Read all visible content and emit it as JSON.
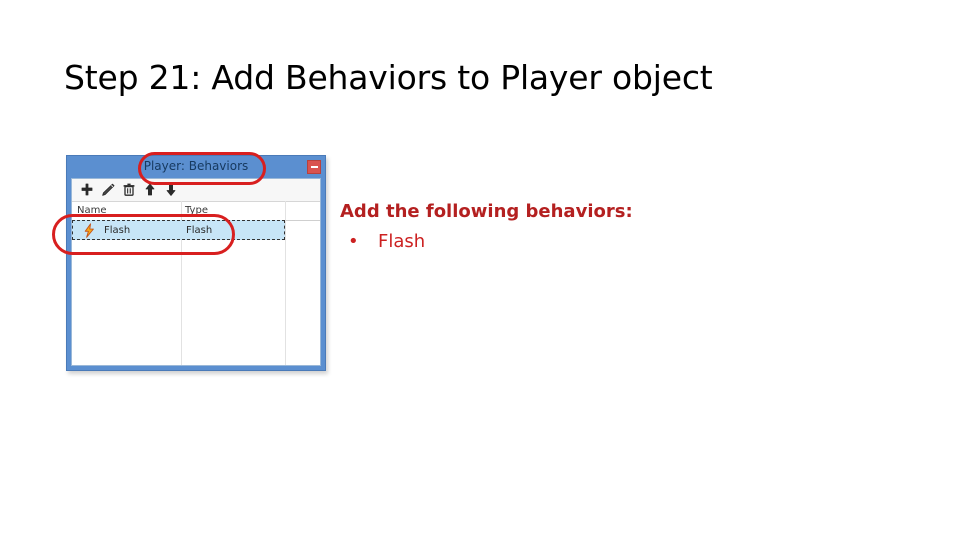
{
  "slide": {
    "title": "Step 21: Add Behaviors to Player object",
    "background_color": "#ffffff"
  },
  "dialog": {
    "title": "Player: Behaviors",
    "title_bar_color": "#5b8fd0",
    "close_button": {
      "icon": "minimize-bar-icon",
      "color": "#d9534f"
    },
    "toolbar": {
      "buttons": [
        {
          "name": "add-behavior",
          "icon": "plus-icon"
        },
        {
          "name": "edit-behavior",
          "icon": "pencil-icon"
        },
        {
          "name": "delete-behavior",
          "icon": "trash-icon"
        },
        {
          "name": "move-up",
          "icon": "arrow-up-icon"
        },
        {
          "name": "move-down",
          "icon": "arrow-down-icon"
        }
      ]
    },
    "list": {
      "columns": [
        "Name",
        "Type"
      ],
      "rows": [
        {
          "icon": "lightning-bolt-icon",
          "name": "Flash",
          "type": "Flash",
          "selected": true
        }
      ]
    }
  },
  "annotations": {
    "color": "#d81f1f",
    "shapes": [
      {
        "name": "highlight-dialog-title",
        "shape": "rounded-rectangle"
      },
      {
        "name": "highlight-behavior-row",
        "shape": "rounded-rectangle"
      }
    ]
  },
  "instructions": {
    "heading": "Add the following behaviors:",
    "bullet_glyph": "•",
    "items": [
      "Flash"
    ],
    "color": "#b42020"
  }
}
